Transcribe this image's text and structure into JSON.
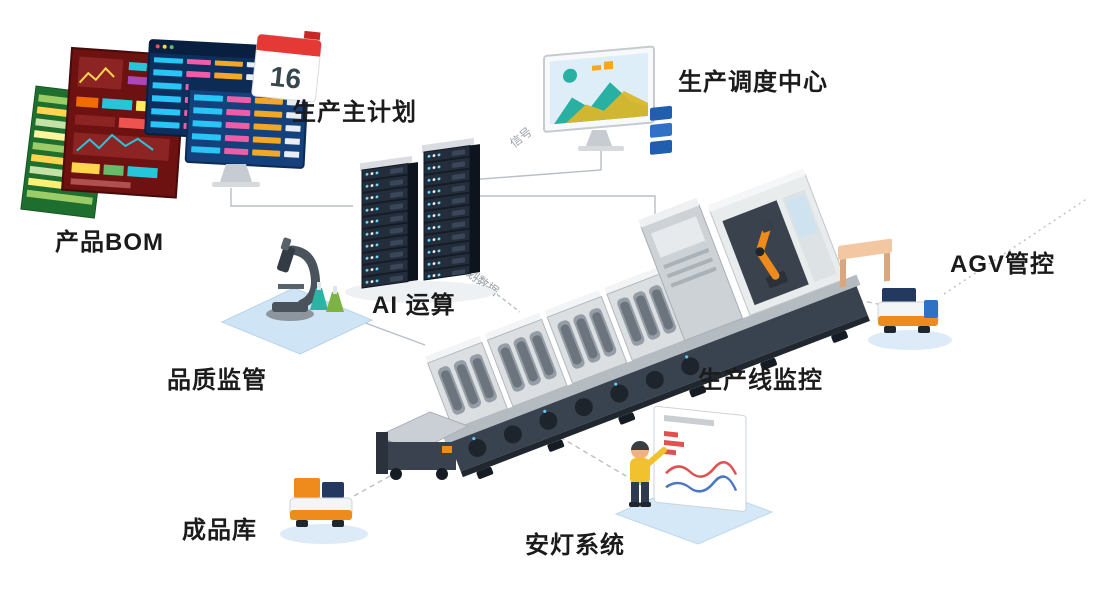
{
  "nodes": {
    "product_bom": {
      "label": "产品BOM"
    },
    "master_plan": {
      "label": "生产主计划"
    },
    "ai_compute": {
      "label": "AI 运算"
    },
    "dispatch_center": {
      "label": "生产调度中心"
    },
    "agv_control": {
      "label": "AGV管控"
    },
    "quality": {
      "label": "品质监管"
    },
    "line_monitor": {
      "label": "生产线监控"
    },
    "finished_store": {
      "label": "成品库"
    },
    "andon": {
      "label": "安灯系统"
    }
  },
  "edges": {
    "signal_label": "信号",
    "plan_data_label": "计划数据"
  },
  "calendar": {
    "day": "16"
  },
  "colors": {
    "accent_orange": "#ef8b1d",
    "navy": "#23395f",
    "teal": "#2bb3a3",
    "platform_blue": "#d5e8f7",
    "alert_red": "#e05352",
    "label_text": "#1b1b1b",
    "line_gray": "#b9bfc6"
  }
}
